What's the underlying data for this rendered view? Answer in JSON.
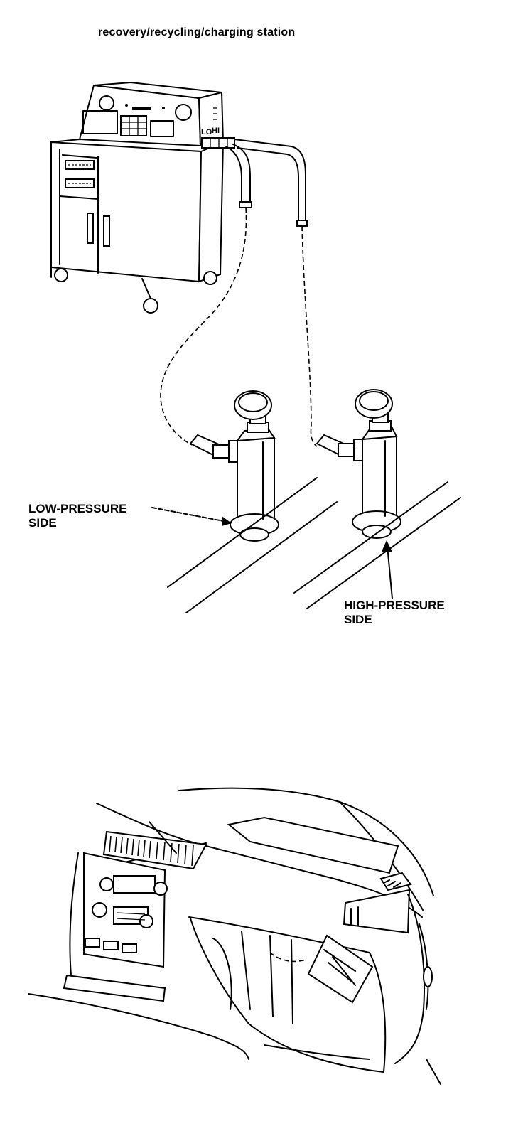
{
  "figure_top": {
    "title": "recovery/recycling/charging station",
    "station_ports": {
      "lo": "LO",
      "hi": "HI"
    },
    "low_side": {
      "line1": "LOW-PRESSURE",
      "line2": "SIDE"
    },
    "high_side": {
      "line1": "HIGH-PRESSURE",
      "line2": "SIDE"
    }
  },
  "figure_bottom": {}
}
